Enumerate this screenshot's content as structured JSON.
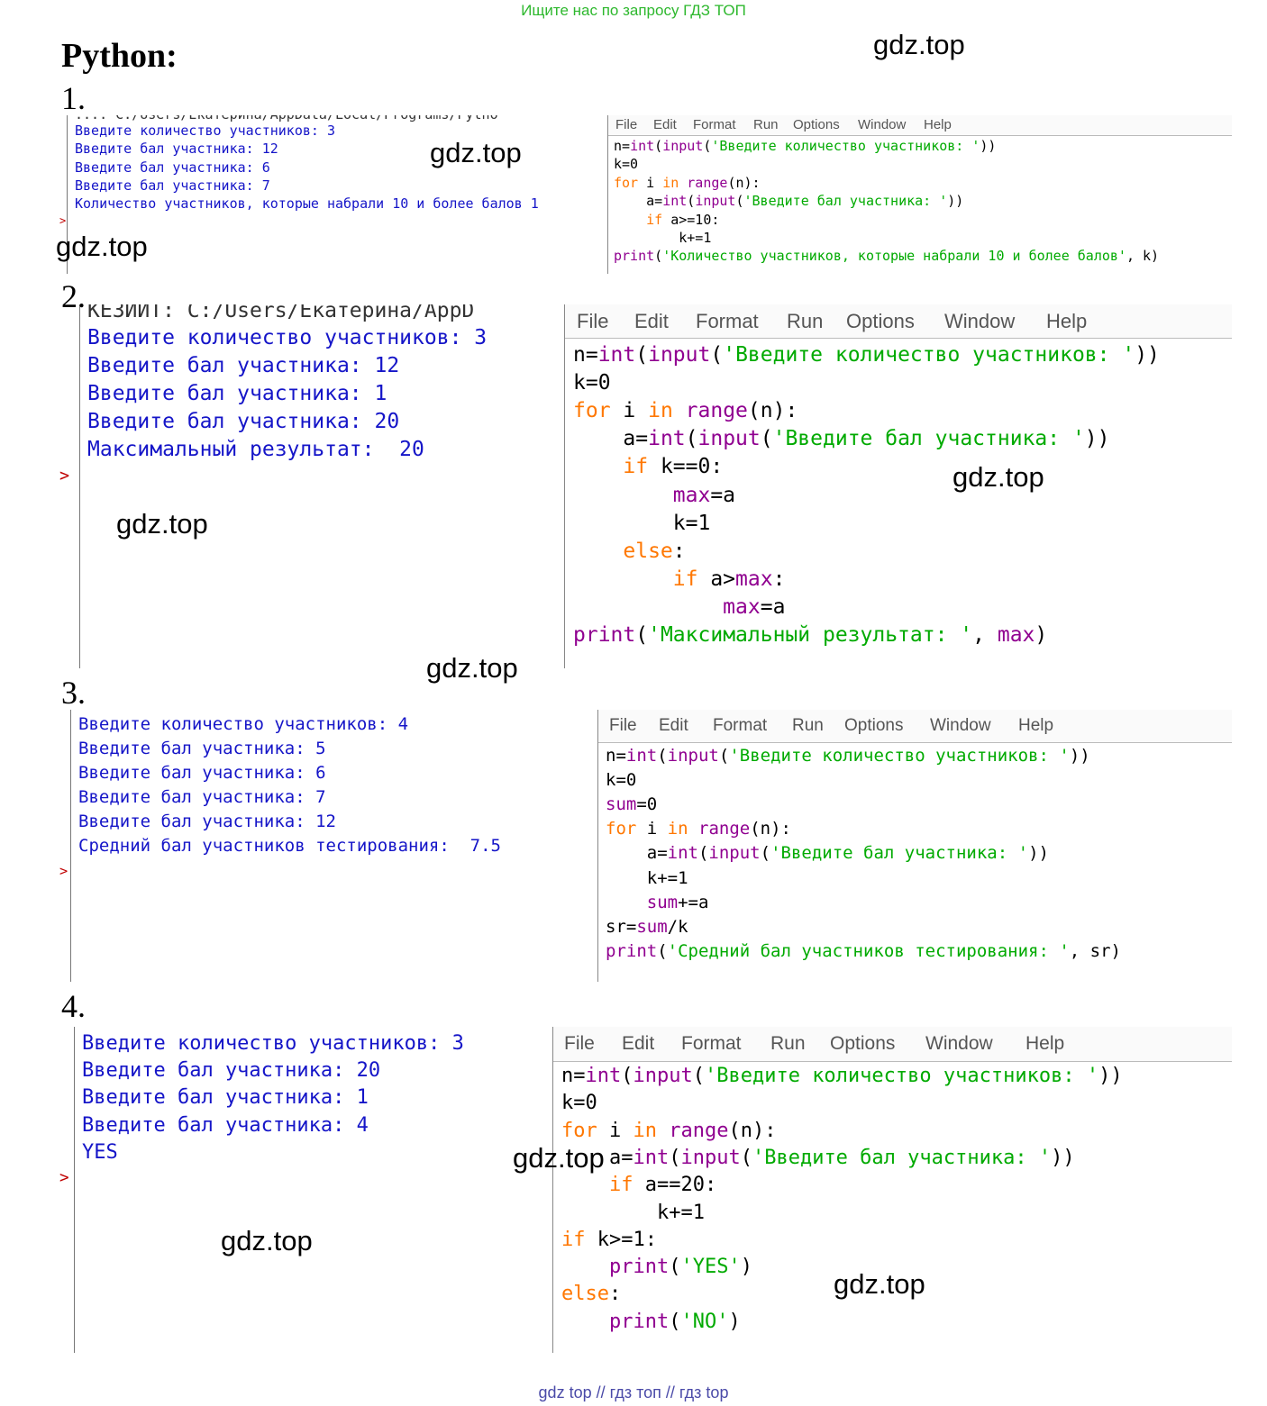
{
  "banner": "Ищите нас по запросу ГДЗ ТОП",
  "watermark": "gdz.top",
  "heading": "Python:",
  "footer": "gdz top  //  гдз топ  //  гдз top",
  "menu": [
    "File",
    "Edit",
    "Format",
    "Run",
    "Options",
    "Window",
    "Help"
  ],
  "prompt": ">",
  "tasks": [
    {
      "number": "1.",
      "shell_cut": "...: C:/Users/Екатерина/AppData/Local/Programs/Pytho",
      "shell": [
        "Введите количество участников: 3",
        "Введите бал участника: 12",
        "Введите бал участника: 6",
        "Введите бал участника: 7",
        "Количество участников, которые набрали 10 и более балов 1"
      ],
      "code": [
        [
          [
            "n=",
            ""
          ],
          [
            "int",
            "bi"
          ],
          [
            "(",
            ""
          ],
          [
            "input",
            "bi"
          ],
          [
            "(",
            ""
          ],
          [
            "'Введите количество участников: '",
            "st"
          ],
          [
            "))",
            ""
          ]
        ],
        [
          [
            "k=0",
            ""
          ]
        ],
        [
          [
            "for",
            "kw"
          ],
          [
            " i ",
            ""
          ],
          [
            "in",
            "kw"
          ],
          [
            " ",
            ""
          ],
          [
            "range",
            "bi"
          ],
          [
            "(n):",
            ""
          ]
        ],
        [
          [
            "    a=",
            ""
          ],
          [
            "int",
            "bi"
          ],
          [
            "(",
            ""
          ],
          [
            "input",
            "bi"
          ],
          [
            "(",
            ""
          ],
          [
            "'Введите бал участника: '",
            "st"
          ],
          [
            "))",
            ""
          ]
        ],
        [
          [
            "    ",
            ""
          ],
          [
            "if",
            "kw"
          ],
          [
            " a>=10:",
            ""
          ]
        ],
        [
          [
            "        k+=1",
            ""
          ]
        ],
        [
          [
            "print",
            "bi"
          ],
          [
            "(",
            ""
          ],
          [
            "'Количество участников, которые набрали 10 и более балов'",
            "st"
          ],
          [
            ", k)",
            ""
          ]
        ]
      ]
    },
    {
      "number": "2.",
      "shell_cut": "КЕЗИИТ: C:/Users/Екатерина/AppD",
      "shell": [
        "Введите количество участников: 3",
        "Введите бал участника: 12",
        "Введите бал участника: 1",
        "Введите бал участника: 20",
        "Максимальный результат:  20"
      ],
      "code": [
        [
          [
            "n=",
            ""
          ],
          [
            "int",
            "bi"
          ],
          [
            "(",
            ""
          ],
          [
            "input",
            "bi"
          ],
          [
            "(",
            ""
          ],
          [
            "'Введите количество участников: '",
            "st"
          ],
          [
            "))",
            ""
          ]
        ],
        [
          [
            "k=0",
            ""
          ]
        ],
        [
          [
            "for",
            "kw"
          ],
          [
            " i ",
            ""
          ],
          [
            "in",
            "kw"
          ],
          [
            " ",
            ""
          ],
          [
            "range",
            "bi"
          ],
          [
            "(n):",
            ""
          ]
        ],
        [
          [
            "    a=",
            ""
          ],
          [
            "int",
            "bi"
          ],
          [
            "(",
            ""
          ],
          [
            "input",
            "bi"
          ],
          [
            "(",
            ""
          ],
          [
            "'Введите бал участника: '",
            "st"
          ],
          [
            "))",
            ""
          ]
        ],
        [
          [
            "    ",
            ""
          ],
          [
            "if",
            "kw"
          ],
          [
            " k==0:",
            ""
          ]
        ],
        [
          [
            "        ",
            ""
          ],
          [
            "max",
            "bi"
          ],
          [
            "=a",
            ""
          ]
        ],
        [
          [
            "        k=1",
            ""
          ]
        ],
        [
          [
            "    ",
            ""
          ],
          [
            "else",
            "kw"
          ],
          [
            ":",
            ""
          ]
        ],
        [
          [
            "        ",
            ""
          ],
          [
            "if",
            "kw"
          ],
          [
            " a>",
            ""
          ],
          [
            "max",
            "bi"
          ],
          [
            ":",
            ""
          ]
        ],
        [
          [
            "            ",
            ""
          ],
          [
            "max",
            "bi"
          ],
          [
            "=a",
            ""
          ]
        ],
        [
          [
            "print",
            "bi"
          ],
          [
            "(",
            ""
          ],
          [
            "'Максимальный результат: '",
            "st"
          ],
          [
            ", ",
            ""
          ],
          [
            "max",
            "bi"
          ],
          [
            ")",
            ""
          ]
        ]
      ]
    },
    {
      "number": "3.",
      "shell_cut": "",
      "shell": [
        "Введите количество участников: 4",
        "Введите бал участника: 5",
        "Введите бал участника: 6",
        "Введите бал участника: 7",
        "Введите бал участника: 12",
        "Средний бал участников тестирования:  7.5"
      ],
      "code": [
        [
          [
            "n=",
            ""
          ],
          [
            "int",
            "bi"
          ],
          [
            "(",
            ""
          ],
          [
            "input",
            "bi"
          ],
          [
            "(",
            ""
          ],
          [
            "'Введите количество участников: '",
            "st"
          ],
          [
            "))",
            ""
          ]
        ],
        [
          [
            "k=0",
            ""
          ]
        ],
        [
          [
            "sum",
            "bi"
          ],
          [
            "=0",
            ""
          ]
        ],
        [
          [
            "for",
            "kw"
          ],
          [
            " i ",
            ""
          ],
          [
            "in",
            "kw"
          ],
          [
            " ",
            ""
          ],
          [
            "range",
            "bi"
          ],
          [
            "(n):",
            ""
          ]
        ],
        [
          [
            "    a=",
            ""
          ],
          [
            "int",
            "bi"
          ],
          [
            "(",
            ""
          ],
          [
            "input",
            "bi"
          ],
          [
            "(",
            ""
          ],
          [
            "'Введите бал участника: '",
            "st"
          ],
          [
            "))",
            ""
          ]
        ],
        [
          [
            "    k+=1",
            ""
          ]
        ],
        [
          [
            "    ",
            ""
          ],
          [
            "sum",
            "bi"
          ],
          [
            "+=a",
            ""
          ]
        ],
        [
          [
            "sr=",
            ""
          ],
          [
            "sum",
            "bi"
          ],
          [
            "/k",
            ""
          ]
        ],
        [
          [
            "print",
            "bi"
          ],
          [
            "(",
            ""
          ],
          [
            "'Средний бал участников тестирования: '",
            "st"
          ],
          [
            ", sr)",
            ""
          ]
        ]
      ]
    },
    {
      "number": "4.",
      "shell_cut": "",
      "shell": [
        "Введите количество участников: 3",
        "Введите бал участника: 20",
        "Введите бал участника: 1",
        "Введите бал участника: 4",
        "YES"
      ],
      "code": [
        [
          [
            "n=",
            ""
          ],
          [
            "int",
            "bi"
          ],
          [
            "(",
            ""
          ],
          [
            "input",
            "bi"
          ],
          [
            "(",
            ""
          ],
          [
            "'Введите количество участников: '",
            "st"
          ],
          [
            "))",
            ""
          ]
        ],
        [
          [
            "k=0",
            ""
          ]
        ],
        [
          [
            "for",
            "kw"
          ],
          [
            " i ",
            ""
          ],
          [
            "in",
            "kw"
          ],
          [
            " ",
            ""
          ],
          [
            "range",
            "bi"
          ],
          [
            "(n):",
            ""
          ]
        ],
        [
          [
            "    a=",
            ""
          ],
          [
            "int",
            "bi"
          ],
          [
            "(",
            ""
          ],
          [
            "input",
            "bi"
          ],
          [
            "(",
            ""
          ],
          [
            "'Введите бал участника: '",
            "st"
          ],
          [
            "))",
            ""
          ]
        ],
        [
          [
            "    ",
            ""
          ],
          [
            "if",
            "kw"
          ],
          [
            " a==20:",
            ""
          ]
        ],
        [
          [
            "        k+=1",
            ""
          ]
        ],
        [
          [
            "if",
            "kw"
          ],
          [
            " k>=1:",
            ""
          ]
        ],
        [
          [
            "    ",
            ""
          ],
          [
            "print",
            "bi"
          ],
          [
            "(",
            ""
          ],
          [
            "'YES'",
            "st"
          ],
          [
            ")",
            ""
          ]
        ],
        [
          [
            "else",
            "kw"
          ],
          [
            ":",
            ""
          ]
        ],
        [
          [
            "    ",
            ""
          ],
          [
            "print",
            "bi"
          ],
          [
            "(",
            ""
          ],
          [
            "'NO'",
            "st"
          ],
          [
            ")",
            ""
          ]
        ]
      ]
    }
  ]
}
